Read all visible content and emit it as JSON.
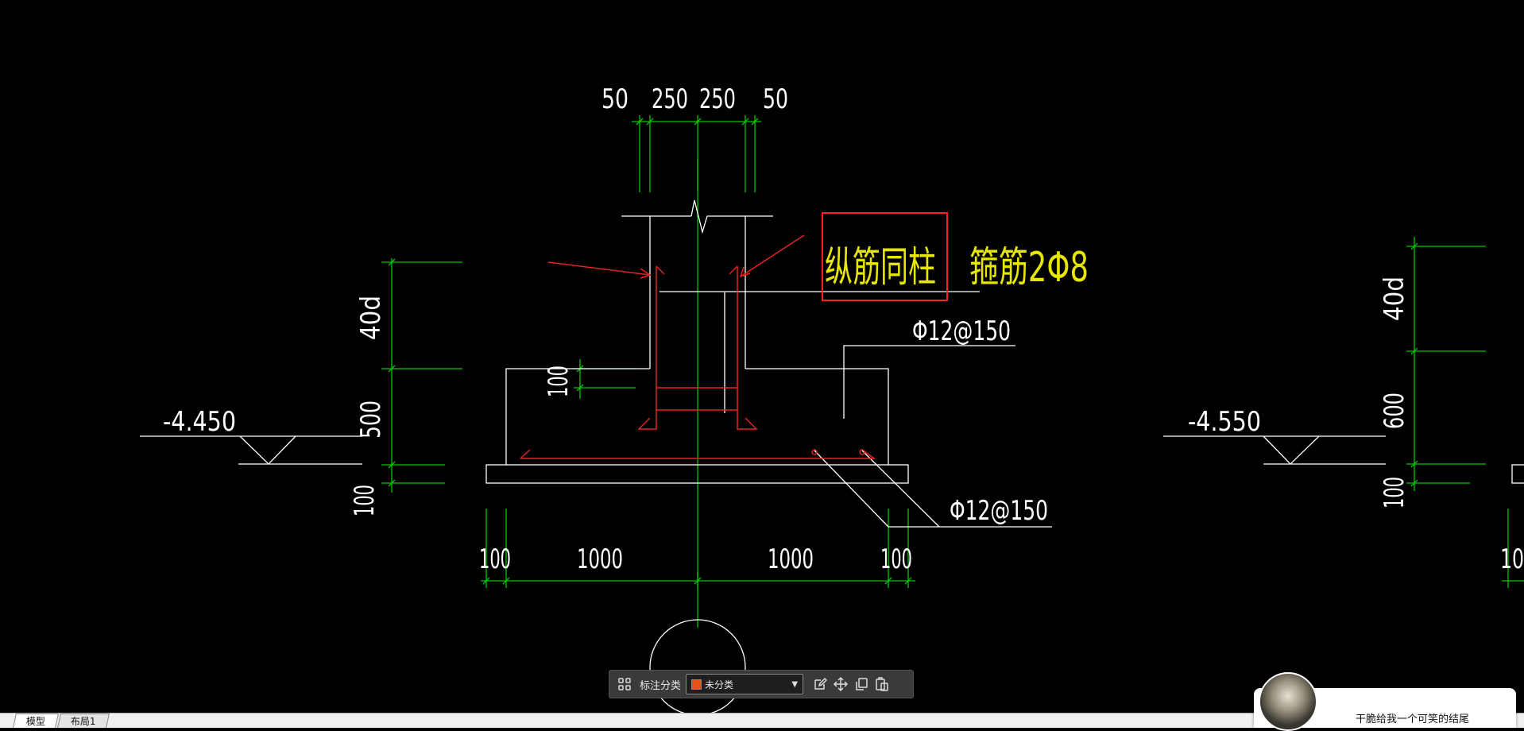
{
  "drawing": {
    "top_dims": [
      "50",
      "250",
      "250",
      "50"
    ],
    "bottom_dims": [
      "100",
      "1000",
      "1000",
      "100"
    ],
    "left_vertical_dims": [
      "40d",
      "500",
      "100"
    ],
    "inner_dim": "100",
    "elevation_left": "-4.450",
    "elevation_right": "-4.550",
    "note_rebar": "纵筋同柱",
    "note_stirrup": "箍筋2Φ8",
    "rebar_top": "Φ12@150",
    "rebar_bottom": "Φ12@150",
    "right_vertical_dims": [
      "40d",
      "600",
      "100"
    ],
    "right_bottom_dim_partial": "10"
  },
  "colors": {
    "dim_green": "#00c800",
    "line_white": "#ffffff",
    "rebar_red": "#e52222",
    "text_yellow": "#e6e600",
    "highlight_red": "#ff2020"
  },
  "toolbar": {
    "label": "标注分类",
    "category_value": "未分类",
    "category_color": "#e8501a",
    "icons": [
      "grid-icon",
      "edit-icon",
      "move-icon",
      "copy-icon",
      "paste-icon"
    ]
  },
  "tabs": [
    {
      "label": "模型",
      "active": true
    },
    {
      "label": "布局1",
      "active": false
    }
  ],
  "popup": {
    "text": "干脆给我一个可笑的结尾"
  }
}
